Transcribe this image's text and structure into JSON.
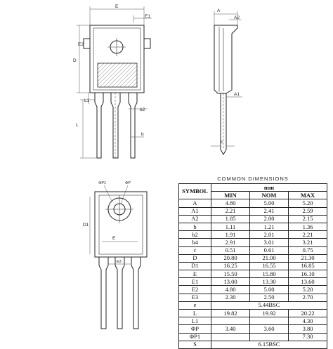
{
  "drawing_labels": {
    "E": "E",
    "E1": "E1",
    "A": "A",
    "A2": "A2",
    "E2": "E2",
    "D": "D",
    "A1": "A1",
    "b2": "b2",
    "b": "b",
    "L": "L",
    "L1": "L1",
    "c": "c",
    "phi_p1": "ΦP1",
    "phi_p": "ΦP",
    "E_prime": "E",
    "D1": "D1",
    "E3": "E3"
  },
  "table": {
    "title": "COMMON DIMENSIONS",
    "symbol_header": "SYMBOL",
    "unit_header": "mm",
    "columns": [
      "MIN",
      "NOM",
      "MAX"
    ],
    "rows": [
      {
        "symbol": "A",
        "min": "4.80",
        "nom": "5.00",
        "max": "5.20"
      },
      {
        "symbol": "A1",
        "min": "2.21",
        "nom": "2.41",
        "max": "2.59"
      },
      {
        "symbol": "A2",
        "min": "1.85",
        "nom": "2.00",
        "max": "2.15"
      },
      {
        "symbol": "b",
        "min": "1.11",
        "nom": "1.21",
        "max": "1.36"
      },
      {
        "symbol": "b2",
        "min": "1.91",
        "nom": "2.01",
        "max": "2.21"
      },
      {
        "symbol": "b4",
        "min": "2.91",
        "nom": "3.01",
        "max": "3.21"
      },
      {
        "symbol": "c",
        "min": "0.51",
        "nom": "0.61",
        "max": "0.75"
      },
      {
        "symbol": "D",
        "min": "20.80",
        "nom": "21.00",
        "max": "21.30"
      },
      {
        "symbol": "D1",
        "min": "16.25",
        "nom": "16.55",
        "max": "16.85"
      },
      {
        "symbol": "E",
        "min": "15.50",
        "nom": "15.80",
        "max": "16.10"
      },
      {
        "symbol": "E1",
        "min": "13.00",
        "nom": "13.30",
        "max": "13.60"
      },
      {
        "symbol": "E2",
        "min": "4.80",
        "nom": "5.00",
        "max": "5.20"
      },
      {
        "symbol": "E3",
        "min": "2.30",
        "nom": "2.50",
        "max": "2.70"
      },
      {
        "symbol": "e",
        "merged": "5.44BSC"
      },
      {
        "symbol": "L",
        "min": "19.82",
        "nom": "19.92",
        "max": "20.22"
      },
      {
        "symbol": "L1",
        "min": "",
        "nom": "",
        "max": "4.30"
      },
      {
        "symbol": "ΦP",
        "min": "3.40",
        "nom": "3.60",
        "max": "3.80"
      },
      {
        "symbol": "ΦP1",
        "min": "",
        "nom": "",
        "max": "7.30"
      },
      {
        "symbol": "S",
        "merged": "6.15BSC"
      }
    ]
  }
}
